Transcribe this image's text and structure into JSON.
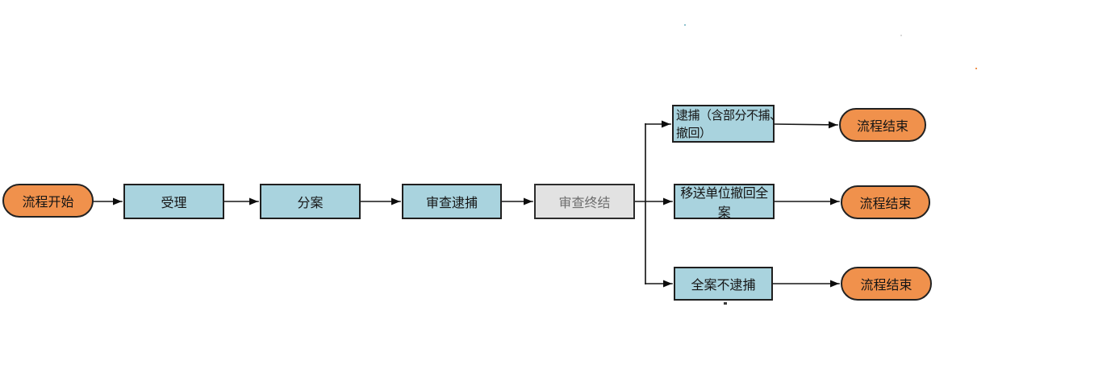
{
  "diagram": {
    "type": "flowchart",
    "language": "zh-CN",
    "colors": {
      "process_fill": "#a9d3de",
      "terminal_fill": "#f0914c",
      "disabled_fill": "#e2e2e2",
      "border": "#1f1f1f",
      "connector": "#161616",
      "background": "#ffffff"
    },
    "nodes": {
      "start": {
        "label": "流程开始",
        "shape": "terminal"
      },
      "accept": {
        "label": "受理",
        "shape": "process"
      },
      "assign": {
        "label": "分案",
        "shape": "process"
      },
      "review_arrest": {
        "label": "审查逮捕",
        "shape": "process"
      },
      "review_end": {
        "label": "审查终结",
        "shape": "process-disabled"
      },
      "arrest": {
        "label": "逮捕（含部分不捕、\n撤回）",
        "shape": "process"
      },
      "end_top": {
        "label": "流程结束",
        "shape": "terminal"
      },
      "withdraw": {
        "label": "移送单位撤回全案",
        "shape": "process"
      },
      "end_middle": {
        "label": "流程结束",
        "shape": "terminal"
      },
      "no_arrest": {
        "label": "全案不逮捕",
        "shape": "process"
      },
      "end_bottom": {
        "label": "流程结束",
        "shape": "terminal"
      }
    },
    "edges": [
      "start→accept",
      "accept→assign",
      "assign→review_arrest",
      "review_arrest→review_end",
      "review_end→arrest",
      "review_end→withdraw",
      "review_end→no_arrest",
      "arrest→end_top",
      "withdraw→end_middle",
      "no_arrest→end_bottom"
    ]
  }
}
